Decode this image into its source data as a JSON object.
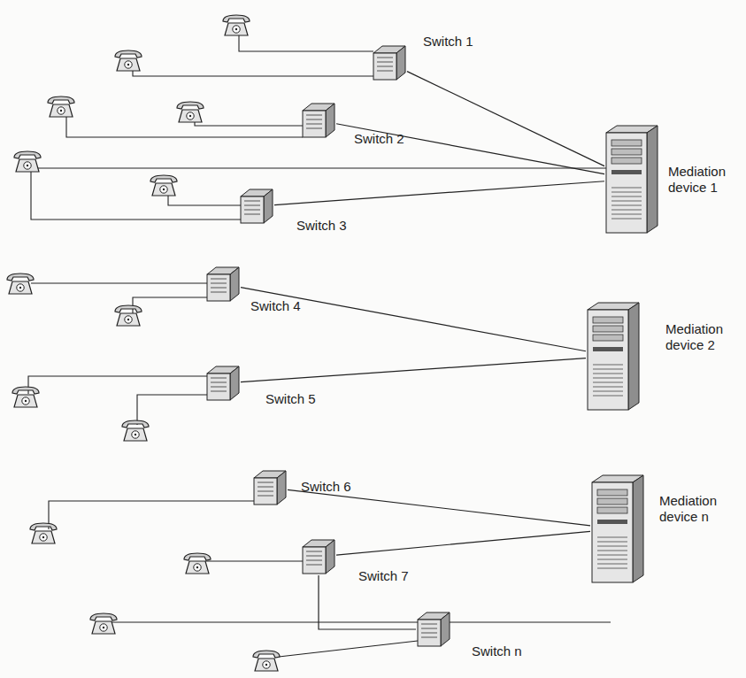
{
  "diagram": {
    "nodes": [
      {
        "text": [
          "Switch 1"
        ]
      },
      {
        "text": [
          "Switch 2"
        ]
      },
      {
        "text": [
          "Mediation device 1"
        ]
      },
      {
        "text": [
          "Switch 3"
        ]
      },
      {
        "text": [
          "Switch 4"
        ]
      },
      {
        "text": [
          "Mediation device 2"
        ]
      },
      {
        "text": [
          "Switch 5"
        ]
      },
      {
        "text": [
          "Switch 6"
        ]
      },
      {
        "text": [
          "Mediation device n"
        ]
      },
      {
        "text": [
          "Switch 7"
        ]
      },
      {
        "text": [
          "Switch n"
        ]
      }
    ],
    "edges": [
      {
        "from": 0,
        "to": 2,
        "arrow": "none"
      },
      {
        "from": 1,
        "to": 2,
        "arrow": "none"
      },
      {
        "from": 3,
        "to": 2,
        "arrow": "none"
      },
      {
        "from": 4,
        "to": 5,
        "arrow": "none"
      },
      {
        "from": 6,
        "to": 5,
        "arrow": "none"
      },
      {
        "from": 7,
        "to": 8,
        "arrow": "none"
      },
      {
        "from": 9,
        "to": 8,
        "arrow": "none"
      },
      {
        "from": 9,
        "to": 10,
        "arrow": "none"
      }
    ]
  }
}
